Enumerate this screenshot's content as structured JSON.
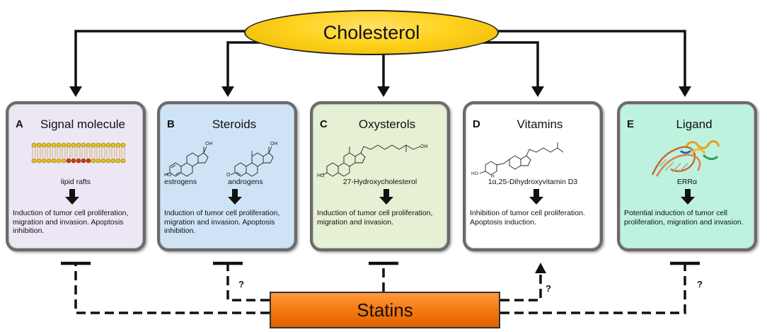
{
  "top": {
    "label": "Cholesterol"
  },
  "bottom": {
    "label": "Statins"
  },
  "panels": [
    {
      "letter": "A",
      "title": "Signal molecule",
      "labels": [
        "lipid rafts"
      ],
      "effect": "Induction of tumor cell proliferation, migration and invasion. Apoptosis inhibition.",
      "bg": "#ece6f5"
    },
    {
      "letter": "B",
      "title": "Steroids",
      "labels": [
        "estrogens",
        "androgens"
      ],
      "effect": "Induction of tumor cell proliferation, migration and invasion. Apoptosis inhibition.",
      "bg": "#cfe3f7"
    },
    {
      "letter": "C",
      "title": "Oxysterols",
      "labels": [
        "27-Hydroxycholesterol"
      ],
      "effect": "Induction of tumor cell proliferation, migration and invasion.",
      "bg": "#e6f0d2"
    },
    {
      "letter": "D",
      "title": "Vitamins",
      "labels": [
        "1α,25-Dihydroxyvitamin D3"
      ],
      "effect": "Inhibition of tumor cell proliferation. Apoptosis induction.",
      "bg": "#ffffff"
    },
    {
      "letter": "E",
      "title": "Ligand",
      "labels": [
        "ERRα"
      ],
      "effect": "Potential induction of tumor cell proliferation, migration and invasion.",
      "bg": "#bdf2df"
    }
  ],
  "statin_effects": [
    {
      "target": "A",
      "type": "inhibition",
      "uncertain": false
    },
    {
      "target": "B",
      "type": "inhibition",
      "uncertain": true,
      "mark": "?"
    },
    {
      "target": "C",
      "type": "inhibition",
      "uncertain": false
    },
    {
      "target": "D",
      "type": "activation",
      "uncertain": true,
      "mark": "?"
    },
    {
      "target": "E",
      "type": "inhibition",
      "uncertain": true,
      "mark": "?"
    }
  ],
  "colors": {
    "cholesterol": "#ffd21f",
    "statins": "#f47a12",
    "connector": "#111111"
  }
}
